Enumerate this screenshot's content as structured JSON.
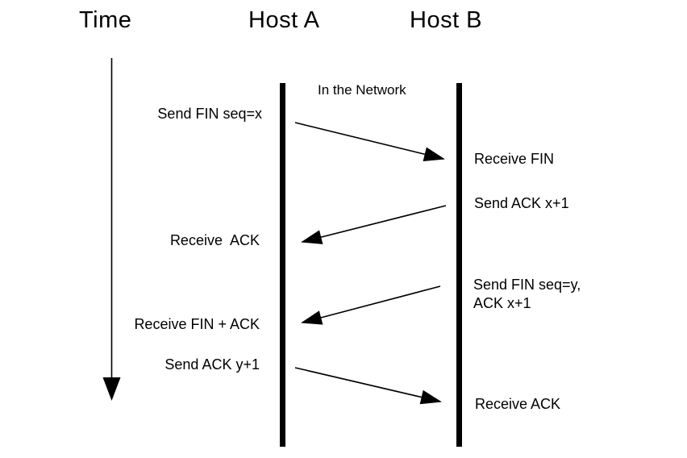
{
  "diagram": {
    "time_label": "Time",
    "host_a_label": "Host A",
    "host_b_label": "Host B",
    "network_label": "In the Network",
    "colors": {
      "ink": "#000000",
      "background": "#ffffff"
    },
    "events": {
      "send_fin_x": "Send FIN seq=x",
      "receive_fin": "Receive FIN",
      "send_ack_x1": "Send ACK x+1",
      "receive_ack_a": "Receive  ACK",
      "send_fin_y": "Send FIN seq=y,\nACK x+1",
      "receive_fin_ack": "Receive FIN + ACK",
      "send_ack_y1": "Send ACK y+1",
      "receive_ack_b": "Receive ACK"
    },
    "messages": [
      {
        "from": "Host A",
        "to": "Host B",
        "send": "Send FIN seq=x",
        "receive": "Receive FIN"
      },
      {
        "from": "Host B",
        "to": "Host A",
        "send": "Send ACK x+1",
        "receive": "Receive  ACK"
      },
      {
        "from": "Host B",
        "to": "Host A",
        "send": "Send FIN seq=y,\nACK x+1",
        "receive": "Receive FIN + ACK"
      },
      {
        "from": "Host A",
        "to": "Host B",
        "send": "Send ACK y+1",
        "receive": "Receive ACK"
      }
    ]
  }
}
